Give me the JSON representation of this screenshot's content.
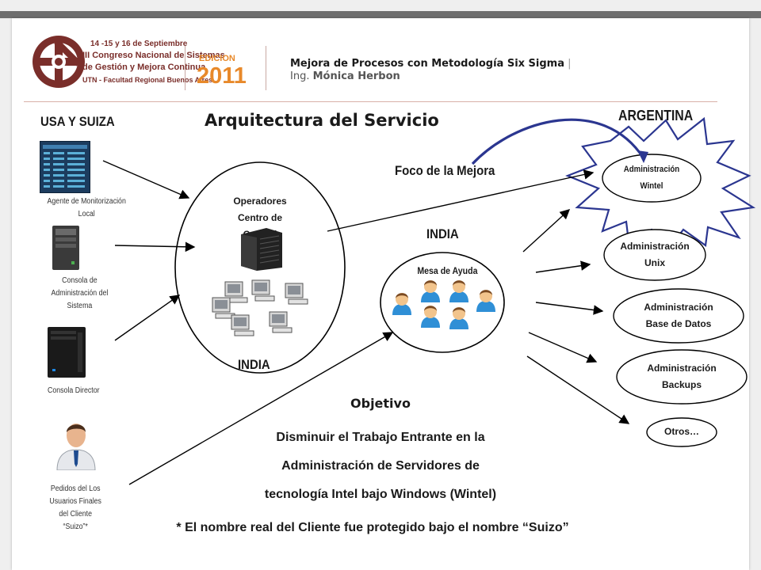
{
  "header": {
    "event_dates": "14 -15 y 16 de Septiembre",
    "event_name_line1": "III Congreso Nacional de Sistemas",
    "event_name_line2": "de Gestión y Mejora Continua",
    "event_org": "UTN - Facultad Regional Buenos Aires",
    "edition_label": "EDICION",
    "edition_year": "2011",
    "talk_title": "Mejora de Procesos con Metodología Six Sigma",
    "separator": "|",
    "speaker_prefix": "Ing.",
    "speaker_name": "Mónica Herbon"
  },
  "diagram": {
    "title": "Arquitectura del Servicio",
    "region_usa": "USA Y SUIZA",
    "region_argentina": "ARGENTINA",
    "region_india_ops": "INDIA",
    "region_india_help": "INDIA",
    "focus_label": "Foco de la Mejora",
    "sources": [
      {
        "label": "Agente de Monitorización Local"
      },
      {
        "label": "Consola de Administración del Sistema"
      },
      {
        "label": "Consola Director"
      },
      {
        "label": "Pedidos del Los Usuarios Finales del Cliente “Suizo”*"
      }
    ],
    "operators": {
      "line1": "Operadores",
      "line2": "Centro de Control"
    },
    "helpdesk": {
      "label": "Mesa de Ayuda"
    },
    "targets": [
      {
        "line1": "Administración",
        "line2": "Wintel"
      },
      {
        "line1": "Administración",
        "line2": "Unix"
      },
      {
        "line1": "Administración",
        "line2": "Base de Datos"
      },
      {
        "line1": "Administración",
        "line2": "Backups"
      },
      {
        "line1": "Otros…",
        "line2": ""
      }
    ],
    "objective": {
      "heading": "Objetivo",
      "line1": "Disminuir el Trabajo Entrante en la",
      "line2": "Administración de Servidores de",
      "line3": "tecnología Intel bajo Windows   (Wintel)"
    },
    "footnote": "* El nombre real del Cliente fue protegido bajo el nombre “Suizo”"
  },
  "colors": {
    "accent_red": "#7a2e2a",
    "edition_orange": "#e8892a",
    "curve_blue": "#2b3690"
  }
}
